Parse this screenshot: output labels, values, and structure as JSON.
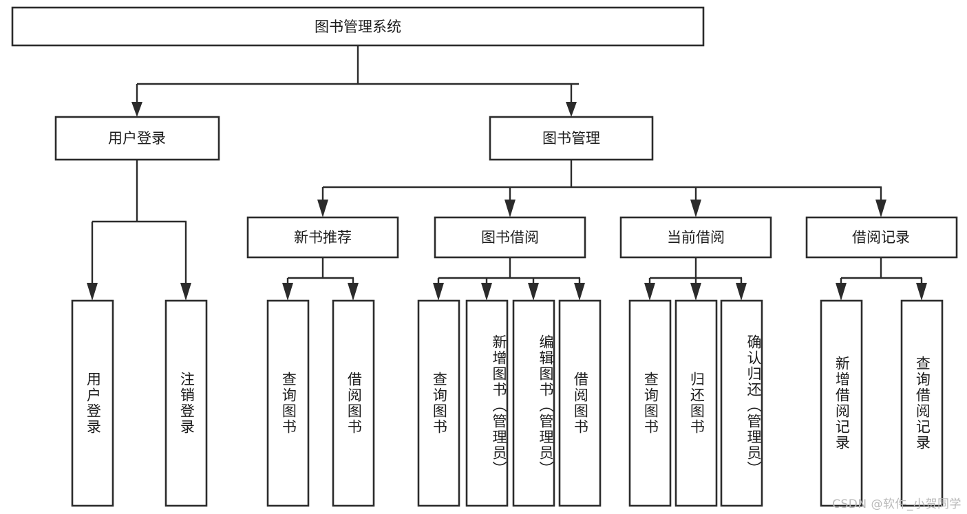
{
  "diagram": {
    "title": "图书管理系统",
    "type": "tree",
    "orientation": "top-down",
    "colors": {
      "box_stroke": "#2b2b2b",
      "box_fill": "#ffffff",
      "connector": "#2b2b2b",
      "text": "#1c1c1c",
      "background": "#ffffff",
      "watermark": "#b9b9b9"
    },
    "root": {
      "label": "图书管理系统"
    },
    "level1": [
      {
        "label": "用户登录"
      },
      {
        "label": "图书管理"
      }
    ],
    "level2": [
      {
        "label": "新书推荐"
      },
      {
        "label": "图书借阅"
      },
      {
        "label": "当前借阅"
      },
      {
        "label": "借阅记录"
      }
    ],
    "leaves": {
      "user_login": [
        {
          "label": "用户登录"
        },
        {
          "label": "注销登录"
        }
      ],
      "new_book_recommend": [
        {
          "label": "查询图书"
        },
        {
          "label": "借阅图书"
        }
      ],
      "book_borrow": [
        {
          "label": "查询图书"
        },
        {
          "label": "新增图书（管理员）"
        },
        {
          "label": "编辑图书（管理员）"
        },
        {
          "label": "借阅图书"
        }
      ],
      "current_borrow": [
        {
          "label": "查询图书"
        },
        {
          "label": "归还图书"
        },
        {
          "label": "确认归还（管理员）"
        }
      ],
      "borrow_record": [
        {
          "label": "新增借阅记录"
        },
        {
          "label": "查询借阅记录"
        }
      ]
    }
  },
  "watermark": {
    "text": "CSDN @软件_小贺同学"
  }
}
